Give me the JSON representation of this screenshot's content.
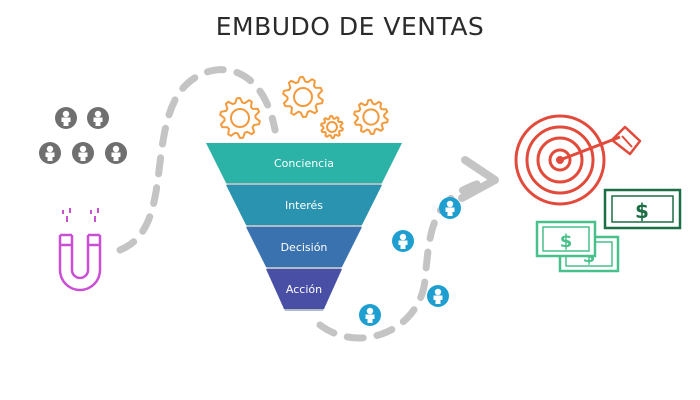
{
  "title": "EMBUDO DE VENTAS",
  "funnel": {
    "stages": [
      {
        "label": "Conciencia",
        "color": "#2bb3a8"
      },
      {
        "label": "Interés",
        "color": "#2a94b0"
      },
      {
        "label": "Decisión",
        "color": "#3a72b0"
      },
      {
        "label": "Acción",
        "color": "#4a4fa6"
      }
    ]
  },
  "money": {
    "sign": "$"
  },
  "colors": {
    "people_gray": "#6f6f6f",
    "people_blue": "#1e9fd0",
    "magnet": "#c94fd3",
    "gears": "#f39a3c",
    "target": "#e24b3b",
    "money_dark": "#1c6e46",
    "money_light": "#48c08a",
    "path": "#c4c4c4"
  },
  "icons": [
    "people-group-icon",
    "magnet-icon",
    "gear-icon",
    "target-icon",
    "arrow-icon",
    "person-icon",
    "money-bill-icon"
  ]
}
